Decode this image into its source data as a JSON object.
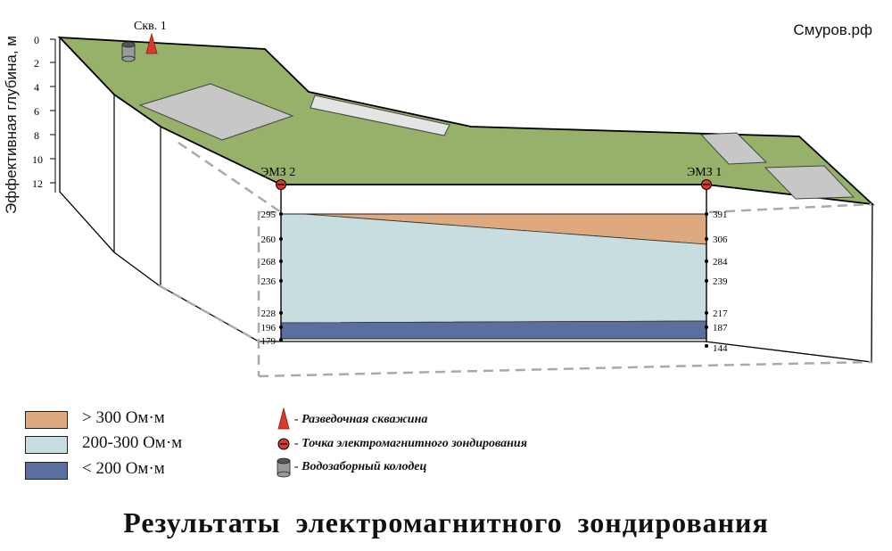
{
  "watermark": "Смуров.рф",
  "axis": {
    "title": "Эффективная глубина, м",
    "ticks": [
      "0",
      "2",
      "4",
      "6",
      "8",
      "10",
      "12"
    ]
  },
  "well_label": "Скв. 1",
  "station_labels": {
    "left": "ЭМЗ 2",
    "right": "ЭМЗ 1"
  },
  "section": {
    "left_values": [
      "295",
      "260",
      "268",
      "236",
      "228",
      "196",
      "179"
    ],
    "right_values": [
      "391",
      "306",
      "284",
      "239",
      "217",
      "187",
      "144"
    ]
  },
  "legend": [
    {
      "label": "> 300 Ом·м",
      "color": "#dfa97f"
    },
    {
      "label": "200-300 Ом·м",
      "color": "#c7dde0"
    },
    {
      "label": "< 200 Ом·м",
      "color": "#5a6f9e"
    }
  ],
  "symbols": {
    "borehole": "- Разведочная скважина",
    "station": "- Точка электромагнитного зондирования",
    "well": "- Водозаборный колодец"
  },
  "title": "Результаты электромагнитного зондирования",
  "colors": {
    "ground": "#97b06a",
    "building": "#c7c7c7",
    "high": "#dfa97f",
    "mid": "#c7dde0",
    "low": "#5a6f9e",
    "marker": "#d93a2b"
  }
}
